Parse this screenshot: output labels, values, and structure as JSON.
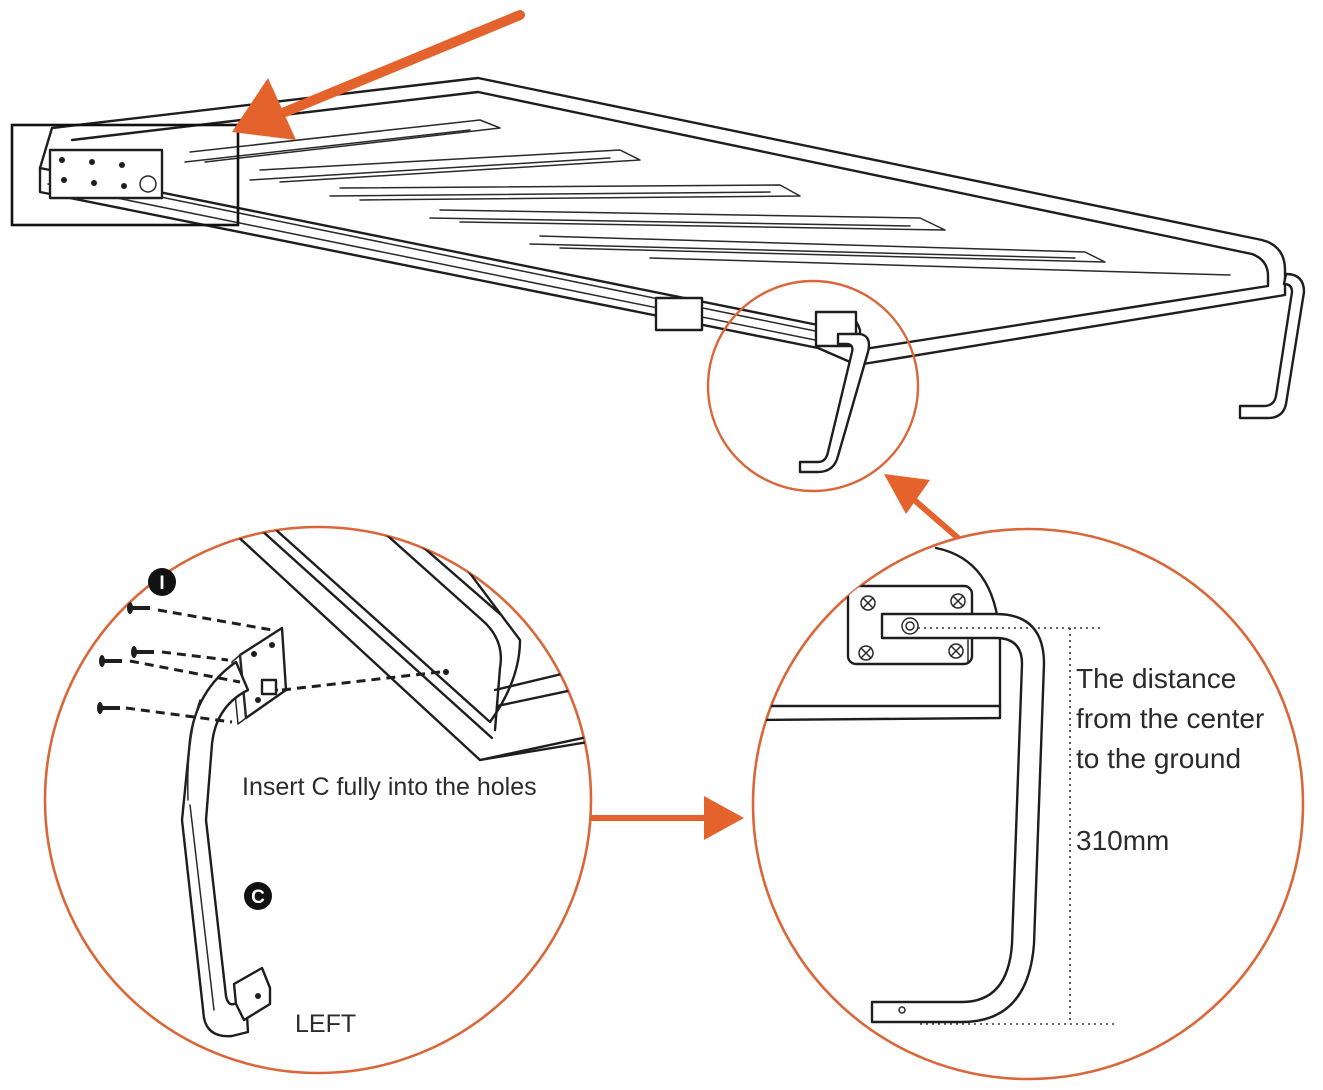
{
  "colors": {
    "accent": "#e4622c",
    "line": "#1e1e1e",
    "background": "#ffffff"
  },
  "labels": {
    "part_i": "I",
    "part_c": "C",
    "insert_instruction": "Insert C fully into the holes",
    "side": "LEFT",
    "distance_line1": "The distance",
    "distance_line2": "from the center",
    "distance_line3": "to the ground",
    "measurement": "310mm"
  }
}
